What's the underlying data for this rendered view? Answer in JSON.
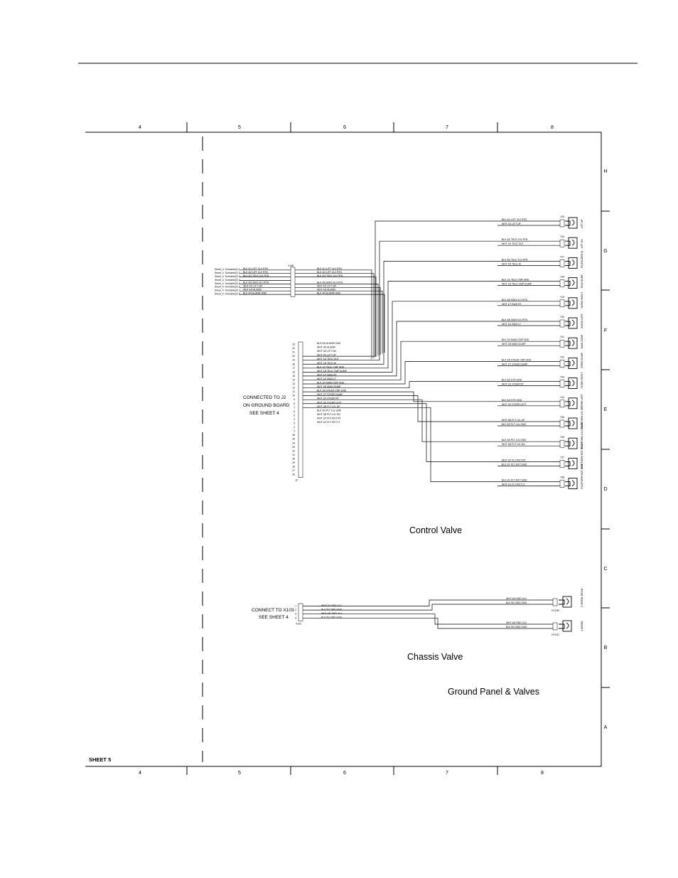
{
  "ruler": {
    "columns": [
      "4",
      "5",
      "6",
      "7",
      "8"
    ],
    "rows": [
      "H",
      "G",
      "F",
      "E",
      "D",
      "C",
      "B",
      "A"
    ]
  },
  "sheet": "SHEET 5",
  "titles": {
    "control_valve": "Control Valve",
    "chassis_valve": "Chassis Valve",
    "ground_panel": "Ground Panel & Valves"
  },
  "notes": {
    "j2_line1": "CONNECTED TO J2",
    "j2_line2": "ON GROUND BOARD",
    "j2_line3": "SEE SHEET 4",
    "x103_line1": "CONNECT TO X103",
    "x103_line2": "SEE SHEET 4"
  },
  "top_connector": {
    "name": "X19B",
    "sheet_refs": [
      "Sheet_4: Turntable(2) 1",
      "Sheet_4: Turntable(2) 2",
      "Sheet_4: Turntable(2) 3",
      "Sheet_4: Turntable(2) 4",
      "Sheet_4: Turntable(2) 5",
      "Sheet_4: Turntable(2) 6",
      "Sheet_4: Turntable(2) 7",
      "Sheet_4: Turntable(2) 8"
    ],
    "wires_left": [
      "BLK 4/1 LIFT VLV RTN",
      "BLK 4/2 LIFT VLV RTN",
      "BLK 4/3 TELE VLV RTN",
      "",
      "BLK 4/5 SWG VLV RTN",
      "WHT 4/2 LIFT DN",
      "WHT 4/3 ALARM",
      "BLK 4/4 ALARM GND"
    ],
    "wires_right": [
      "BLK 4/1 LIFT VLV RTN",
      "BLK 4/2 LIFT VLV RTN",
      "BLK 4/3 TELE VLV RTN",
      "",
      "BLK 4/5 SWG VLV RTN",
      "WHT 4/2 LIFT DN",
      "WHT 4/3 ALARM",
      "BLK 4/4 ALARM GND"
    ]
  },
  "j2_connector": {
    "name": "J2",
    "pins": [
      "23",
      "22",
      "21",
      "20",
      "19",
      "18",
      "17",
      "16",
      "15",
      "14",
      "13",
      "12",
      "11",
      "10",
      "9",
      "8",
      "7",
      "6",
      "5",
      "4",
      "3",
      "2",
      "1",
      "36",
      "35",
      "34",
      "33",
      "32",
      "31",
      "30",
      "29",
      "28",
      "27",
      "26"
    ],
    "wires": [
      "BLK 0/5 ALARM GND",
      "WHT 0/3 ALARM",
      "WHT 0/2 LIFT DN",
      "WHT 0/1 LIFT UP",
      "WHT 1/4 TELE OUT",
      "WHT 1/5 TELE IN",
      "BLK 1/2 TELE CMP GND",
      "WHT 1/6 TELE CMP DUMP",
      "WHT 1/7 SWG RT",
      "WHT 2/1 SWG LT",
      "BLK 2/4 MAIN CMP GND",
      "WHT 2/5 MAIN DUMP",
      "BLK 2/6 STEER CMP GND",
      "WHT 2/7 STEER DUMP",
      "WHT 3/1 STEER RT",
      "WHT 3/2 STEER LEFT",
      "WHT 3/5 PLT LVL UP",
      "BLK 3/3 PLT LVL GND",
      "WHT 3/6 PLT LVL DN",
      "WHT 3/7 PLT ROT RT",
      "WHT 4/1 PLT ROT LT"
    ]
  },
  "valves": [
    {
      "id": "Y25",
      "label": "LIFT UP",
      "w1": "BLK 4/1 LIFT VLV RTN",
      "w2": "WHT 0/1 LIFT UP"
    },
    {
      "id": "Y26",
      "label": "LIFT DN",
      "w1": "BLK 4/2 TELE VLV RTN",
      "w2": "WHT 1/4 TELE OUT"
    },
    {
      "id": "Y27",
      "label": "TELESCOPE IN",
      "w1": "BLK 4/3 TELE VLV RTN",
      "w2": "WHT 1/5 TELE IN"
    },
    {
      "id": "Y28",
      "label": "TELE DUMP",
      "w1": "BLK 1/2 TELE CMP GND",
      "w2": "WHT 1/6 TELE CMP DUMP"
    },
    {
      "id": "Y29",
      "label": "SWING RIGHT",
      "w1": "BLK 4/5 SWG VLV RTN",
      "w2": "WHT 1/7 SWG RT"
    },
    {
      "id": "Y30",
      "label": "SWING LEFT",
      "w1": "BLK 4/6 SWG VLV RTN",
      "w2": "WHT 2/1 SWG LT"
    },
    {
      "id": "Y31",
      "label": "MAIN DUMP",
      "w1": "BLK 2/4 MAIN CMP GND",
      "w2": "WHT 2/5 MAIN DUMP"
    },
    {
      "id": "Y32",
      "label": "STEER DUMP",
      "w1": "BLK 2/6 STEER CMP GND",
      "w2": "WHT 2/7 STEER DUMP"
    },
    {
      "id": "Y33",
      "label": "STEER RIGHT",
      "w1": "BLK 3/3 STR GND",
      "w2": "WHT 3/1 STEER RT"
    },
    {
      "id": "Y34",
      "label": "STEER LEFT",
      "w1": "BLK 3/4 STR GND",
      "w2": "WHT 3/2 STEER LEFT"
    },
    {
      "id": "Y35",
      "label": "PLATFORM LVL UP",
      "w1": "WHT 3/5 PLT LVL UP",
      "w2": "BLK 3/3 PLT LVL GND"
    },
    {
      "id": "Y36",
      "label": "PLATFORM LVL DOWN",
      "w1": "BLK 3/4 PLT LVL GND",
      "w2": "WHT 3/6 PLT LVL DN"
    },
    {
      "id": "Y37",
      "label": "PLATFORM ROT RIGHT",
      "w1": "WHT 3/7 PLT ROT RT",
      "w2": "BLK 3/7 PLT ROT GND"
    },
    {
      "id": "Y38",
      "label": "PLATFORM ROT LEFT",
      "w1": "BLK 4/1 PLT ROT GND",
      "w2": "WHT 4/1 PLT ROT LT"
    }
  ],
  "x103_connector": {
    "name": "X103",
    "pins": [
      "1",
      "2",
      "3",
      "4"
    ],
    "wires": [
      "WHT 4/4 2WD VLV",
      "BLK 5/2 2WD GND",
      "WHT 4/5 2WD VLV",
      "BLK 5/3 2WD GND"
    ]
  },
  "chassis_valves": [
    {
      "id": "HY10B",
      "label": "2 WHEEL DRIVE",
      "w1": "WHT 4/4 2WD VLV",
      "w2": "BLK 5/2 2WD GND"
    },
    {
      "id": "HY10C",
      "label": "2 WHEEL",
      "w1": "WHT 4/5 2WD VLV",
      "w2": "BLK 5/3 2WD GND"
    }
  ]
}
